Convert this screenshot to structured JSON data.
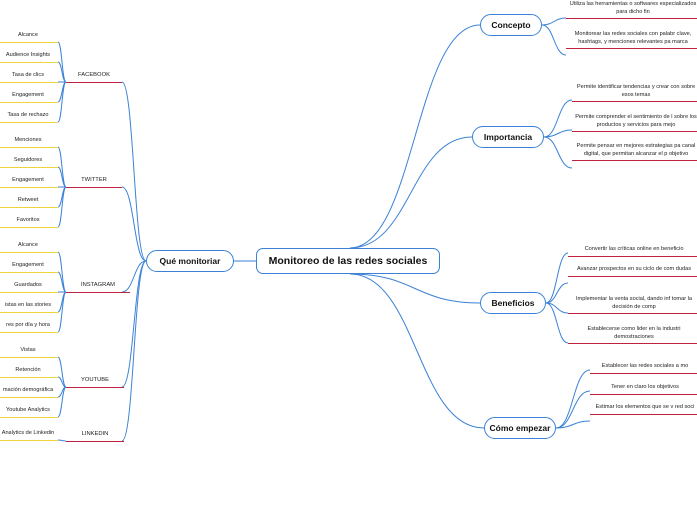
{
  "root": "Monitoreo de las redes sociales",
  "left_branch": {
    "label": "Qué monitoriar",
    "groups": [
      {
        "label": "FACEBOOK",
        "items": [
          "Alcance",
          "Audience Insights",
          "Tasa de clics",
          "Engagement",
          "Tasa de rechazo"
        ]
      },
      {
        "label": "TWITTER",
        "items": [
          "Menciones",
          "Seguidores",
          "Engagement",
          "Retweet",
          "Favoritos"
        ]
      },
      {
        "label": "INSTAGRAM",
        "items": [
          "Alcance",
          "Engagement",
          "Guardados",
          "istas en las stories",
          "res por día y hora"
        ]
      },
      {
        "label": "YOUTUBE",
        "items": [
          "Vistas",
          "Retención",
          "mación demográfica",
          "Youtube Analytics"
        ]
      },
      {
        "label": "LINKEDIN",
        "items": [
          "Analytics de Linkedin"
        ]
      }
    ]
  },
  "right_branches": [
    {
      "label": "Concepto",
      "items": [
        "Utiliza las herramientas o softwares especializados para dicho fin",
        "Monitorear las redes sociales con palabr clave, hashtags, y menciones relevantes pa marca"
      ]
    },
    {
      "label": "Importancia",
      "items": [
        "Permite identificar tendencias y crear con sobre esos temas",
        "Permite comprender el sentimiento de l sobre los productos y servicios para mejo",
        "Permite pensar en mejores estrategias pa canal digital, que permitan alcanzar el p objetivo"
      ]
    },
    {
      "label": "Beneficios",
      "items": [
        "Convertir las críticas online en beneficio",
        "Avanzar prospectos en su ciclo de com dudas",
        "Implementar la venta social, dando inf tomar la decisión de comp",
        "Establecerse como lider en la industri demostraciones"
      ]
    },
    {
      "label": "Cómo empezar",
      "items": [
        "Establecer las redes sociales a mo",
        "Tener en claro los objetivos",
        "Estimar los elementos que se v red soci"
      ]
    }
  ],
  "colors": {
    "connector": "#3b82d6",
    "sub_underline": "#c0213e",
    "leaf_underline": "#f0d23a"
  }
}
